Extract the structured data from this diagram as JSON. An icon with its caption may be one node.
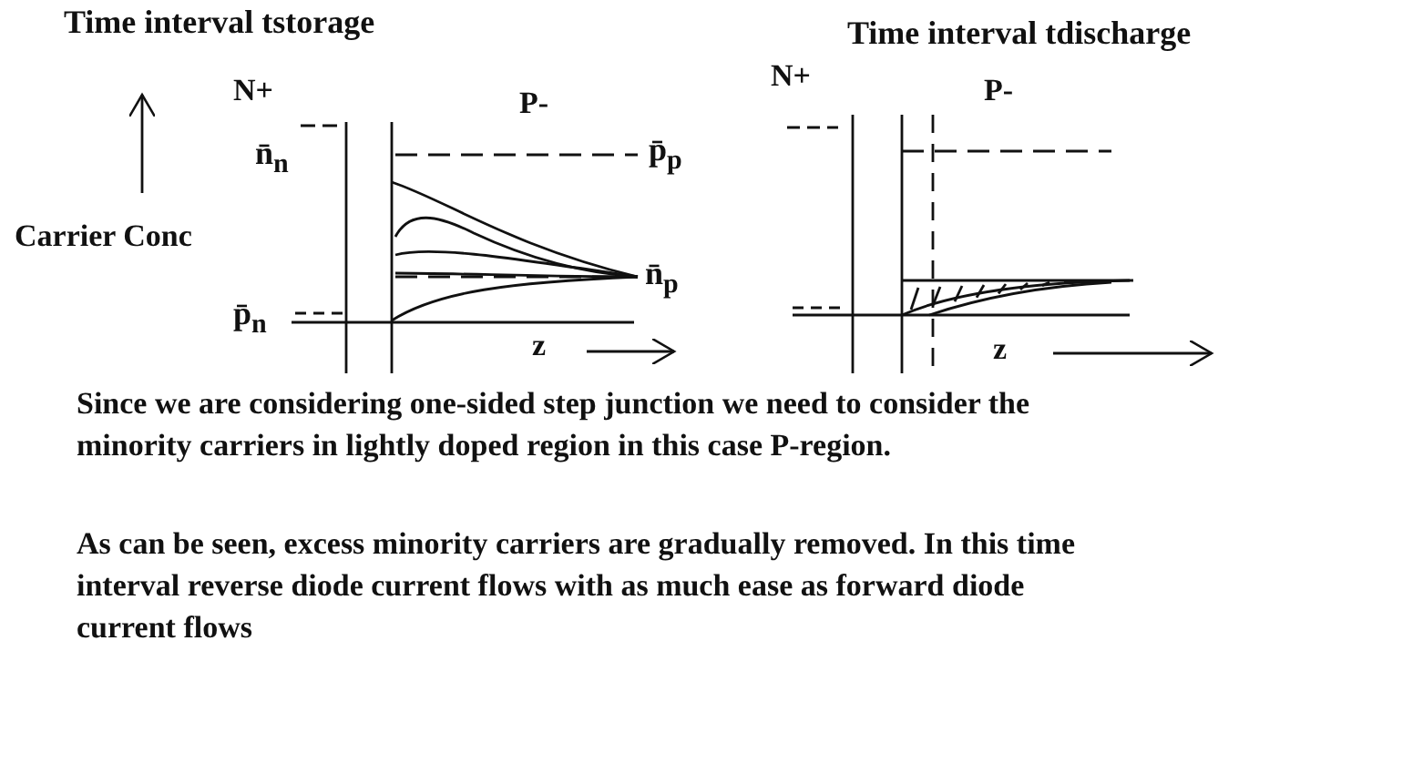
{
  "diagram": {
    "labels": [
      "Time interval tstorage",
      "N+",
      "P-",
      "n̄$_{n}$",
      "p̄$_{p}$",
      "Carrier Conc",
      "n̄$_{p}$",
      "p̄$_{n}$",
      "z",
      "Time interval tdischarge",
      "N+",
      "P-",
      "z",
      "Since we are considering one-sided step junction we need to consider the minority carriers in lightly doped region in this case P-region.",
      "As can be seen, excess minority carriers are gradually removed. In this time interval reverse diode current flows with as much ease as forward diode current flows"
    ]
  }
}
